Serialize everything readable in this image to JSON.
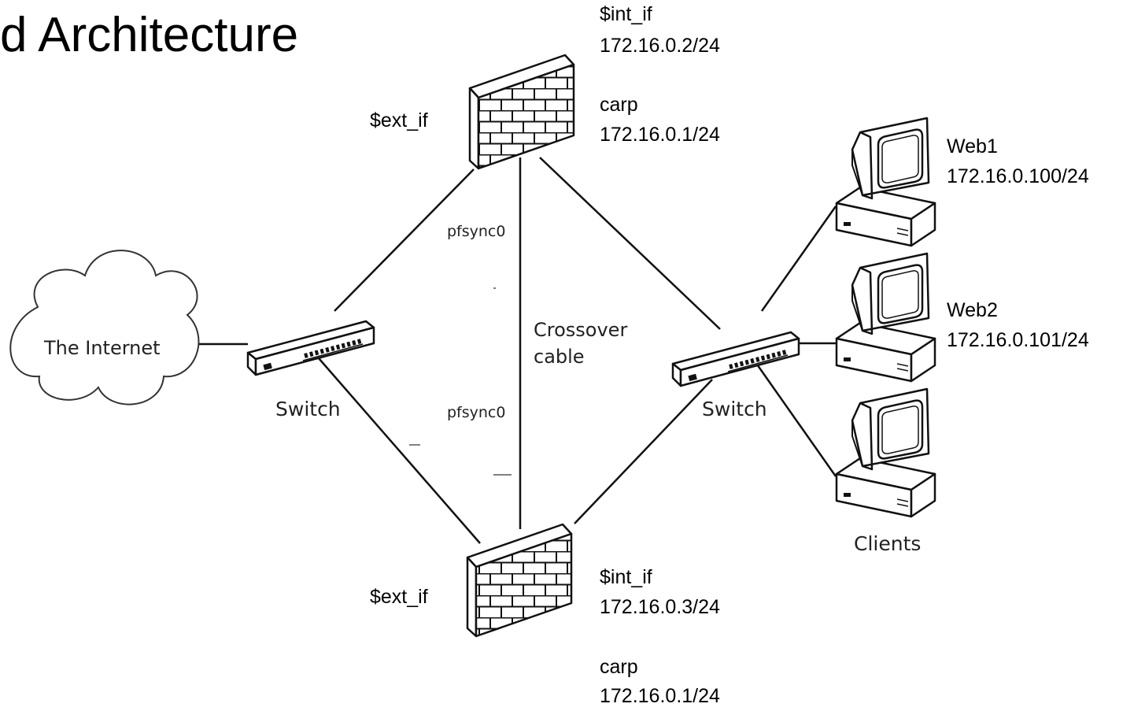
{
  "title": "d Architecture",
  "cloud": {
    "label": "The Internet"
  },
  "switches": {
    "left": "Switch",
    "right": "Switch"
  },
  "firewalls": {
    "top": {
      "ext": "$ext_if",
      "int_if": "$int_if",
      "int_ip": "172.16.0.2/24",
      "carp": "carp",
      "carp_ip": "172.16.0.1/24"
    },
    "bottom": {
      "ext": "$ext_if",
      "int_if": "$int_if",
      "int_ip": "172.16.0.3/24",
      "carp": "carp",
      "carp_ip": "172.16.0.1/24"
    }
  },
  "pfsync": {
    "top": "pfsync0",
    "bottom": "pfsync0"
  },
  "crossover": {
    "line1": "Crossover",
    "line2": "cable"
  },
  "hosts": {
    "web1": {
      "name": "Web1",
      "ip": "172.16.0.100/24"
    },
    "web2": {
      "name": "Web2",
      "ip": "172.16.0.101/24"
    },
    "clients": {
      "label": "Clients"
    }
  }
}
